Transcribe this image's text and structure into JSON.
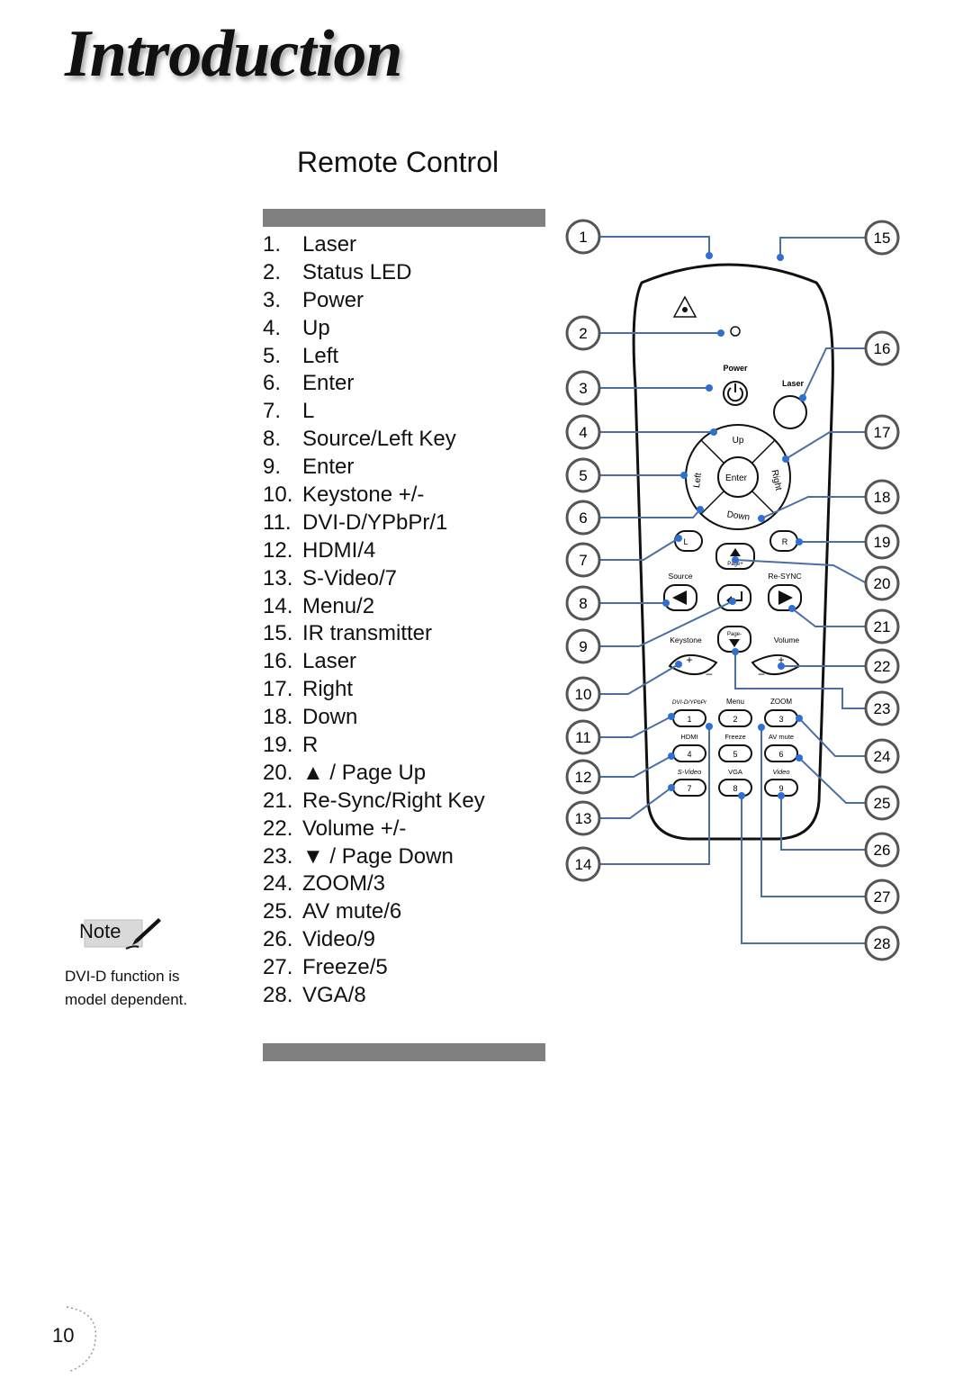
{
  "page": {
    "header_title": "Introduction",
    "section_title": "Remote Control",
    "page_number": "10"
  },
  "legend": [
    {
      "num": "1.",
      "label": "Laser"
    },
    {
      "num": "2.",
      "label": "Status LED"
    },
    {
      "num": "3.",
      "label": "Power"
    },
    {
      "num": "4.",
      "label": "Up"
    },
    {
      "num": "5.",
      "label": "Left"
    },
    {
      "num": "6.",
      "label": "Enter"
    },
    {
      "num": "7.",
      "label": "L"
    },
    {
      "num": "8.",
      "label": "Source/Left Key"
    },
    {
      "num": "9.",
      "label": "Enter"
    },
    {
      "num": "10.",
      "label": "Keystone +/-"
    },
    {
      "num": "11.",
      "label": "DVI-D/YPbPr/1"
    },
    {
      "num": "12.",
      "label": "HDMI/4"
    },
    {
      "num": "13.",
      "label": "S-Video/7"
    },
    {
      "num": "14.",
      "label": "Menu/2"
    },
    {
      "num": "15.",
      "label": "IR transmitter"
    },
    {
      "num": "16.",
      "label": "Laser"
    },
    {
      "num": "17.",
      "label": "Right"
    },
    {
      "num": "18.",
      "label": "Down"
    },
    {
      "num": "19.",
      "label": "R"
    },
    {
      "num": "20.",
      "label": "▲ / Page Up"
    },
    {
      "num": "21.",
      "label": "Re-Sync/Right Key"
    },
    {
      "num": "22.",
      "label": "Volume +/-"
    },
    {
      "num": "23.",
      "label": "▼ / Page Down"
    },
    {
      "num": "24.",
      "label": "ZOOM/3"
    },
    {
      "num": "25.",
      "label": "AV mute/6"
    },
    {
      "num": "26.",
      "label": "Video/9"
    },
    {
      "num": "27.",
      "label": "Freeze/5"
    },
    {
      "num": "28.",
      "label": "VGA/8"
    }
  ],
  "note": {
    "badge": "Note",
    "lines": [
      "DVI-D function is",
      "model dependent."
    ]
  },
  "remote": {
    "labels": {
      "power": "Power",
      "laser": "Laser",
      "up": "Up",
      "left": "Left",
      "right": "Right",
      "down": "Down",
      "enter": "Enter",
      "l": "L",
      "r": "R",
      "page_up": "Page+",
      "source": "Source",
      "resync": "Re-SYNC",
      "page_down": "Page-",
      "keystone": "Keystone",
      "volume": "Volume",
      "plus": "+",
      "minus": "–",
      "dvi": "DVI-D/YPbPr",
      "menu": "Menu",
      "zoom": "ZOOM",
      "hdmi": "HDMI",
      "freeze": "Freeze",
      "av_mute": "AV mute",
      "svideo": "S-Video",
      "vga": "VGA",
      "video": "Video",
      "k1": "1",
      "k2": "2",
      "k3": "3",
      "k4": "4",
      "k5": "5",
      "k6": "6",
      "k7": "7",
      "k8": "8",
      "k9": "9"
    },
    "callouts_left": [
      "1",
      "2",
      "3",
      "4",
      "5",
      "6",
      "7",
      "8",
      "9",
      "10",
      "11",
      "12",
      "13",
      "14"
    ],
    "callouts_right": [
      "15",
      "16",
      "17",
      "18",
      "19",
      "20",
      "21",
      "22",
      "23",
      "24",
      "25",
      "26",
      "27",
      "28"
    ]
  },
  "colors": {
    "accent_dot": "#2f6fd0",
    "bar": "#808080",
    "connector": "#4a6fa5"
  }
}
